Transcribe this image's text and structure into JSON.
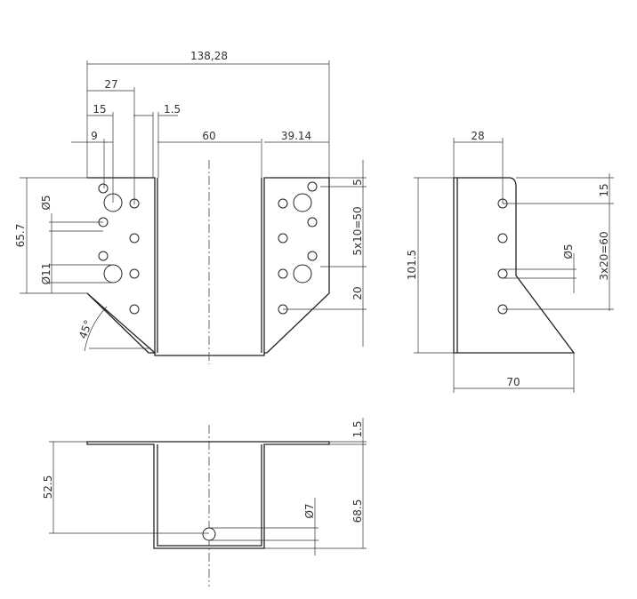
{
  "front_view": {
    "overall_width": "138,28",
    "dim_27": "27",
    "dim_15": "15",
    "dim_thickness": "1.5",
    "dim_9": "9",
    "dim_60": "60",
    "dim_39": "39.14",
    "dim_height": "65.7",
    "small_hole": "Ø5",
    "large_hole": "Ø11",
    "angle": "45°",
    "dim_5": "5",
    "dim_pitch": "5x10=50",
    "dim_20": "20"
  },
  "side_view": {
    "dim_28": "28",
    "dim_height": "101.5",
    "dim_70": "70",
    "dim_15": "15",
    "dim_pitch": "3x20=60",
    "small_hole": "Ø5"
  },
  "bottom_view": {
    "dim_thickness": "1.5",
    "dim_52": "52.5",
    "dim_68": "68.5",
    "hole": "Ø7"
  }
}
